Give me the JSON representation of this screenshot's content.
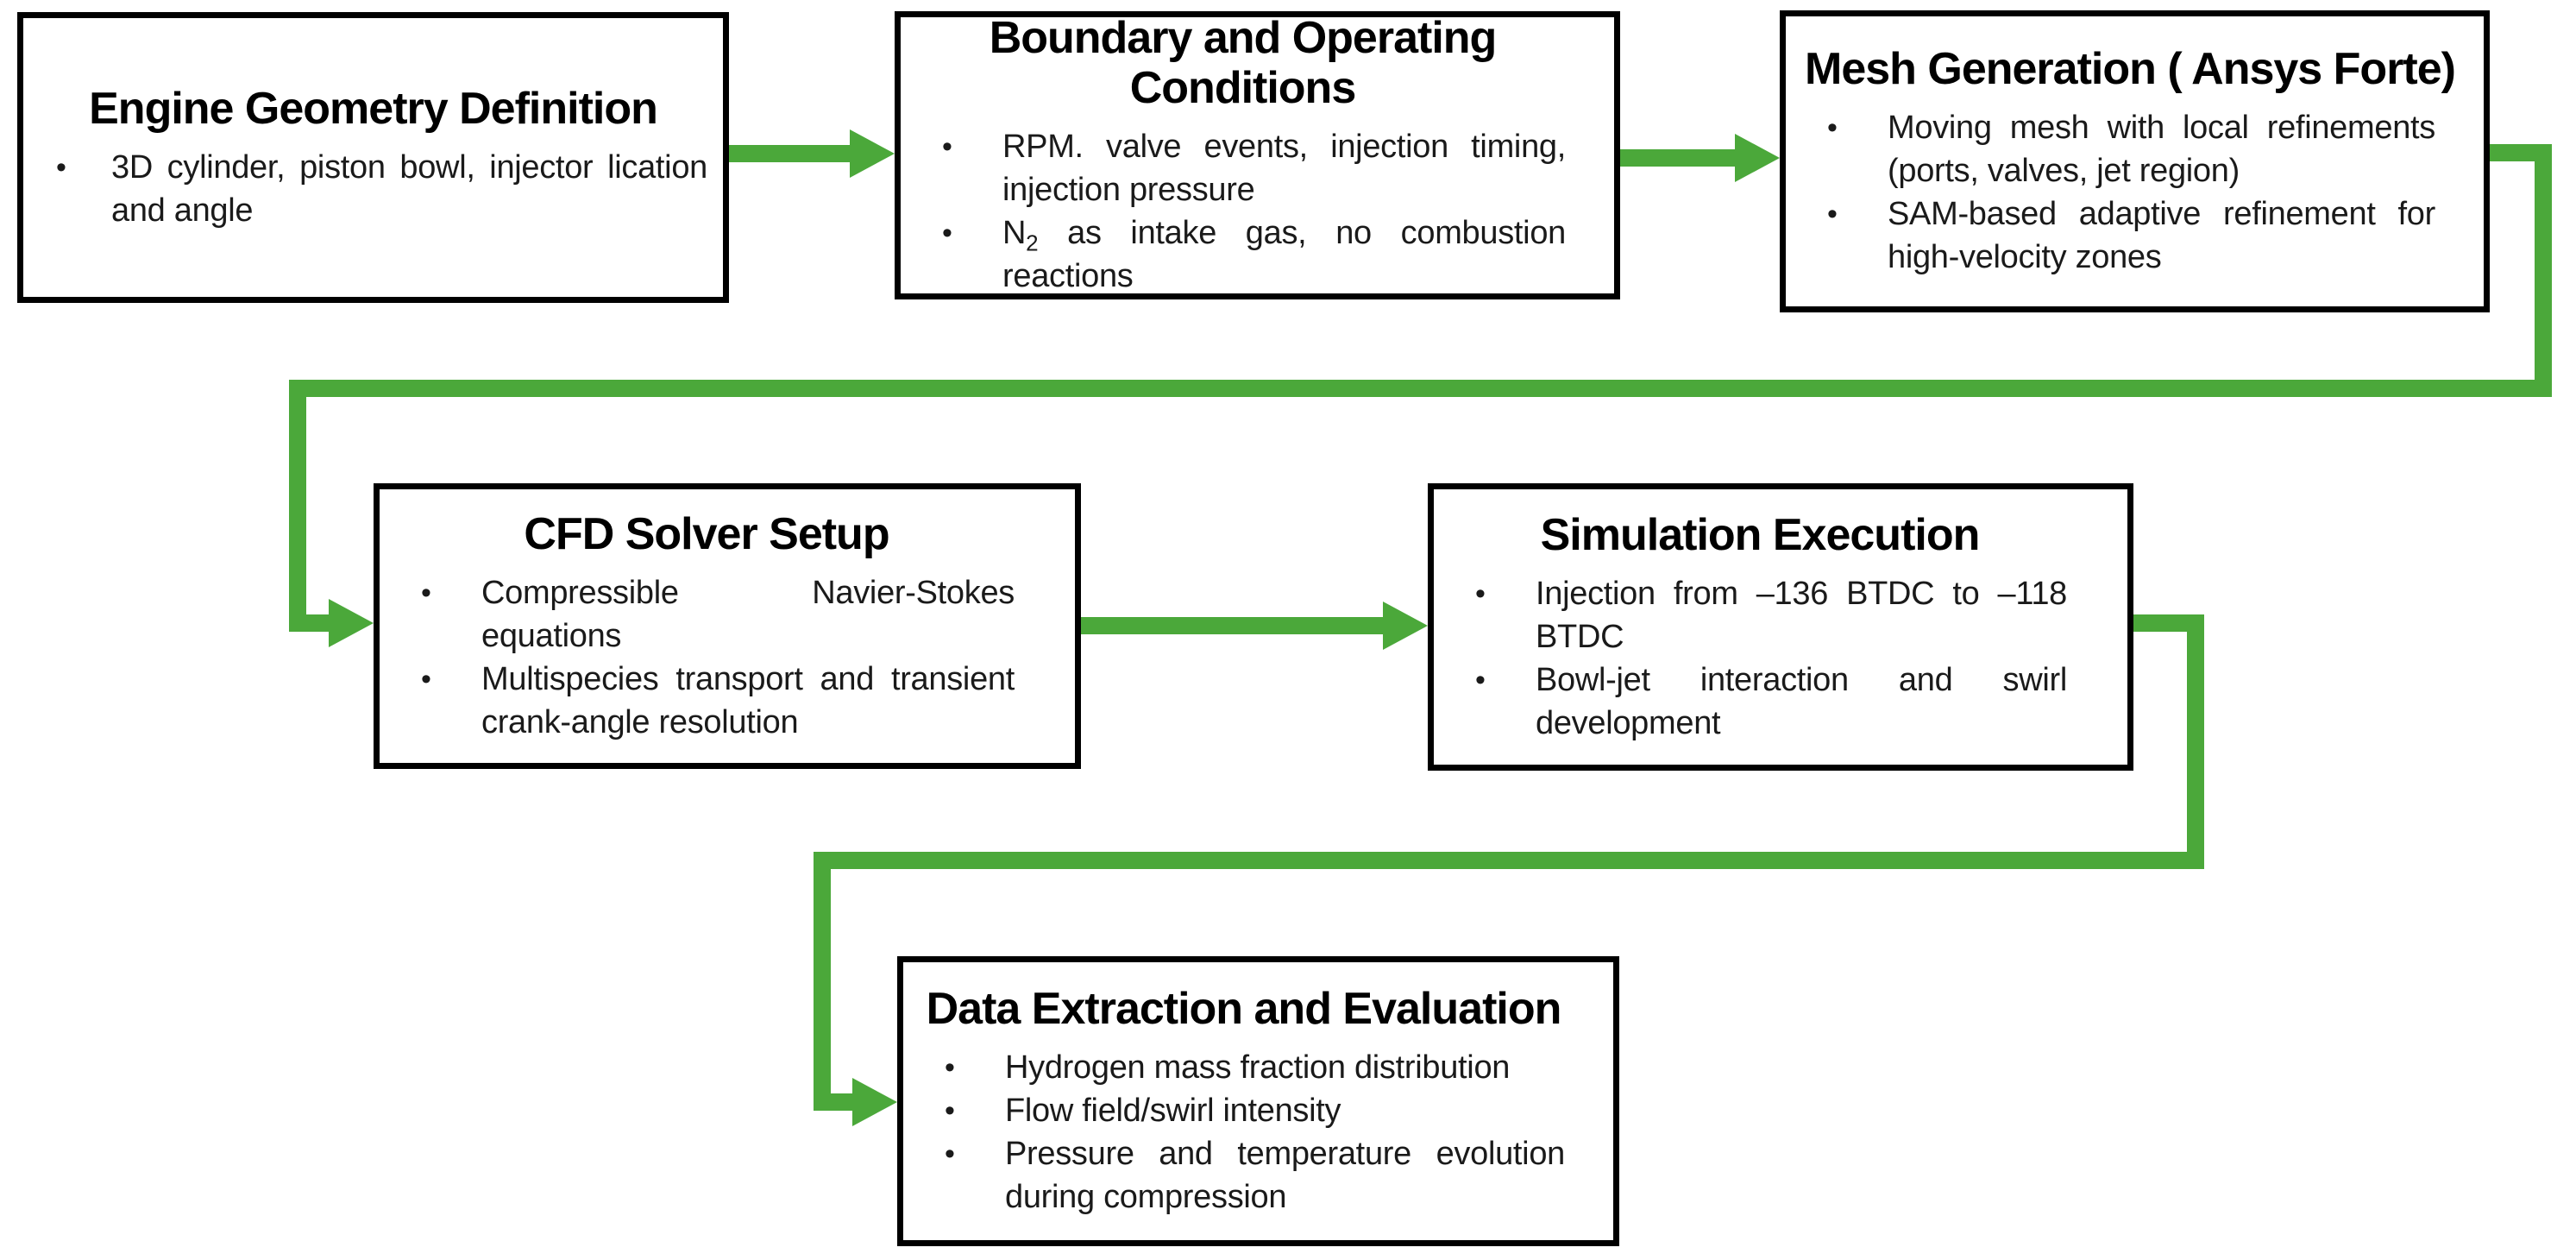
{
  "colors": {
    "connector_green": "#4BA83A",
    "box_border": "#000000",
    "background": "#ffffff",
    "text": "#1a1a1a"
  },
  "glyphs": {
    "bullet": "•"
  },
  "boxes": [
    {
      "title": "Engine Geometry Definition",
      "bullets": [
        {
          "lines": [
            "3D cylinder, piston bowl, injector lication",
            "and angle"
          ]
        }
      ]
    },
    {
      "title_lines": [
        "Boundary and Operating",
        "Conditions"
      ],
      "bullets": [
        {
          "lines": [
            "RPM. valve events, injection timing,",
            "injection pressure"
          ]
        },
        {
          "rich_line": {
            "base": "N",
            "sub": "2",
            "rest": " as intake gas, no combustion"
          },
          "lines": [
            "reactions"
          ]
        }
      ]
    },
    {
      "title": "Mesh Generation ( Ansys Forte)",
      "bullets": [
        {
          "lines": [
            "Moving mesh with local refinements",
            "(ports, valves, jet region)"
          ]
        },
        {
          "lines": [
            "SAM-based adaptive refinement for",
            "high-velocity zones"
          ]
        }
      ]
    },
    {
      "title": "CFD Solver Setup",
      "bullets": [
        {
          "lines": [
            "Compressible Navier-Stokes",
            "equations"
          ]
        },
        {
          "lines": [
            "Multispecies transport and transient",
            "crank-angle resolution"
          ]
        }
      ]
    },
    {
      "title": "Simulation Execution",
      "bullets": [
        {
          "lines": [
            "Injection from –136 BTDC to –118",
            "BTDC"
          ]
        },
        {
          "lines": [
            "Bowl-jet interaction and swirl",
            "development"
          ]
        }
      ]
    },
    {
      "title": "Data Extraction and Evaluation",
      "bullets": [
        {
          "lines": [
            "Hydrogen mass fraction distribution"
          ]
        },
        {
          "lines": [
            "Flow field/swirl intensity"
          ]
        },
        {
          "lines": [
            "Pressure and temperature evolution",
            "during compression"
          ]
        }
      ]
    }
  ]
}
